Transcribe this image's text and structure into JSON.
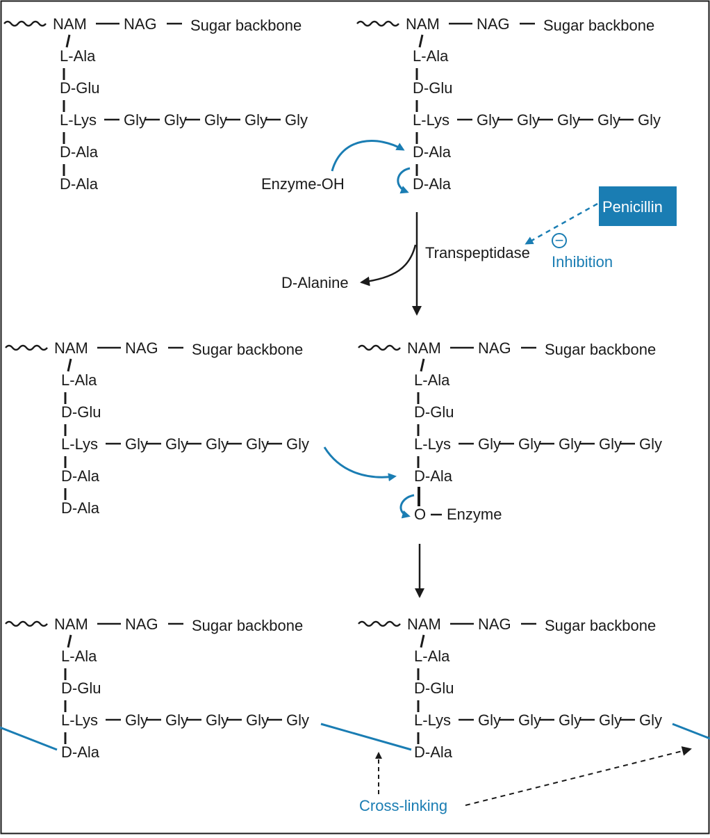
{
  "colors": {
    "accent": "#1a7db3",
    "ink": "#1a1a1a",
    "background": "#ffffff"
  },
  "unit": {
    "nam": "NAM",
    "nag": "NAG",
    "backbone": "Sugar backbone",
    "prefix_l": "L",
    "prefix_d": "D",
    "ala": "-Ala",
    "glu": "-Glu",
    "lys": "-Lys",
    "gly": "Gly"
  },
  "labels": {
    "enzyme_oh": "Enzyme-OH",
    "penicillin": "Penicillin",
    "transpeptidase": "Transpeptidase",
    "inhibition_symbol": "−",
    "inhibition": "Inhibition",
    "d_alanine_prefix": "D",
    "d_alanine": "-Alanine",
    "o": "O",
    "enzyme": "Enzyme",
    "cross_linking": "Cross-linking"
  }
}
